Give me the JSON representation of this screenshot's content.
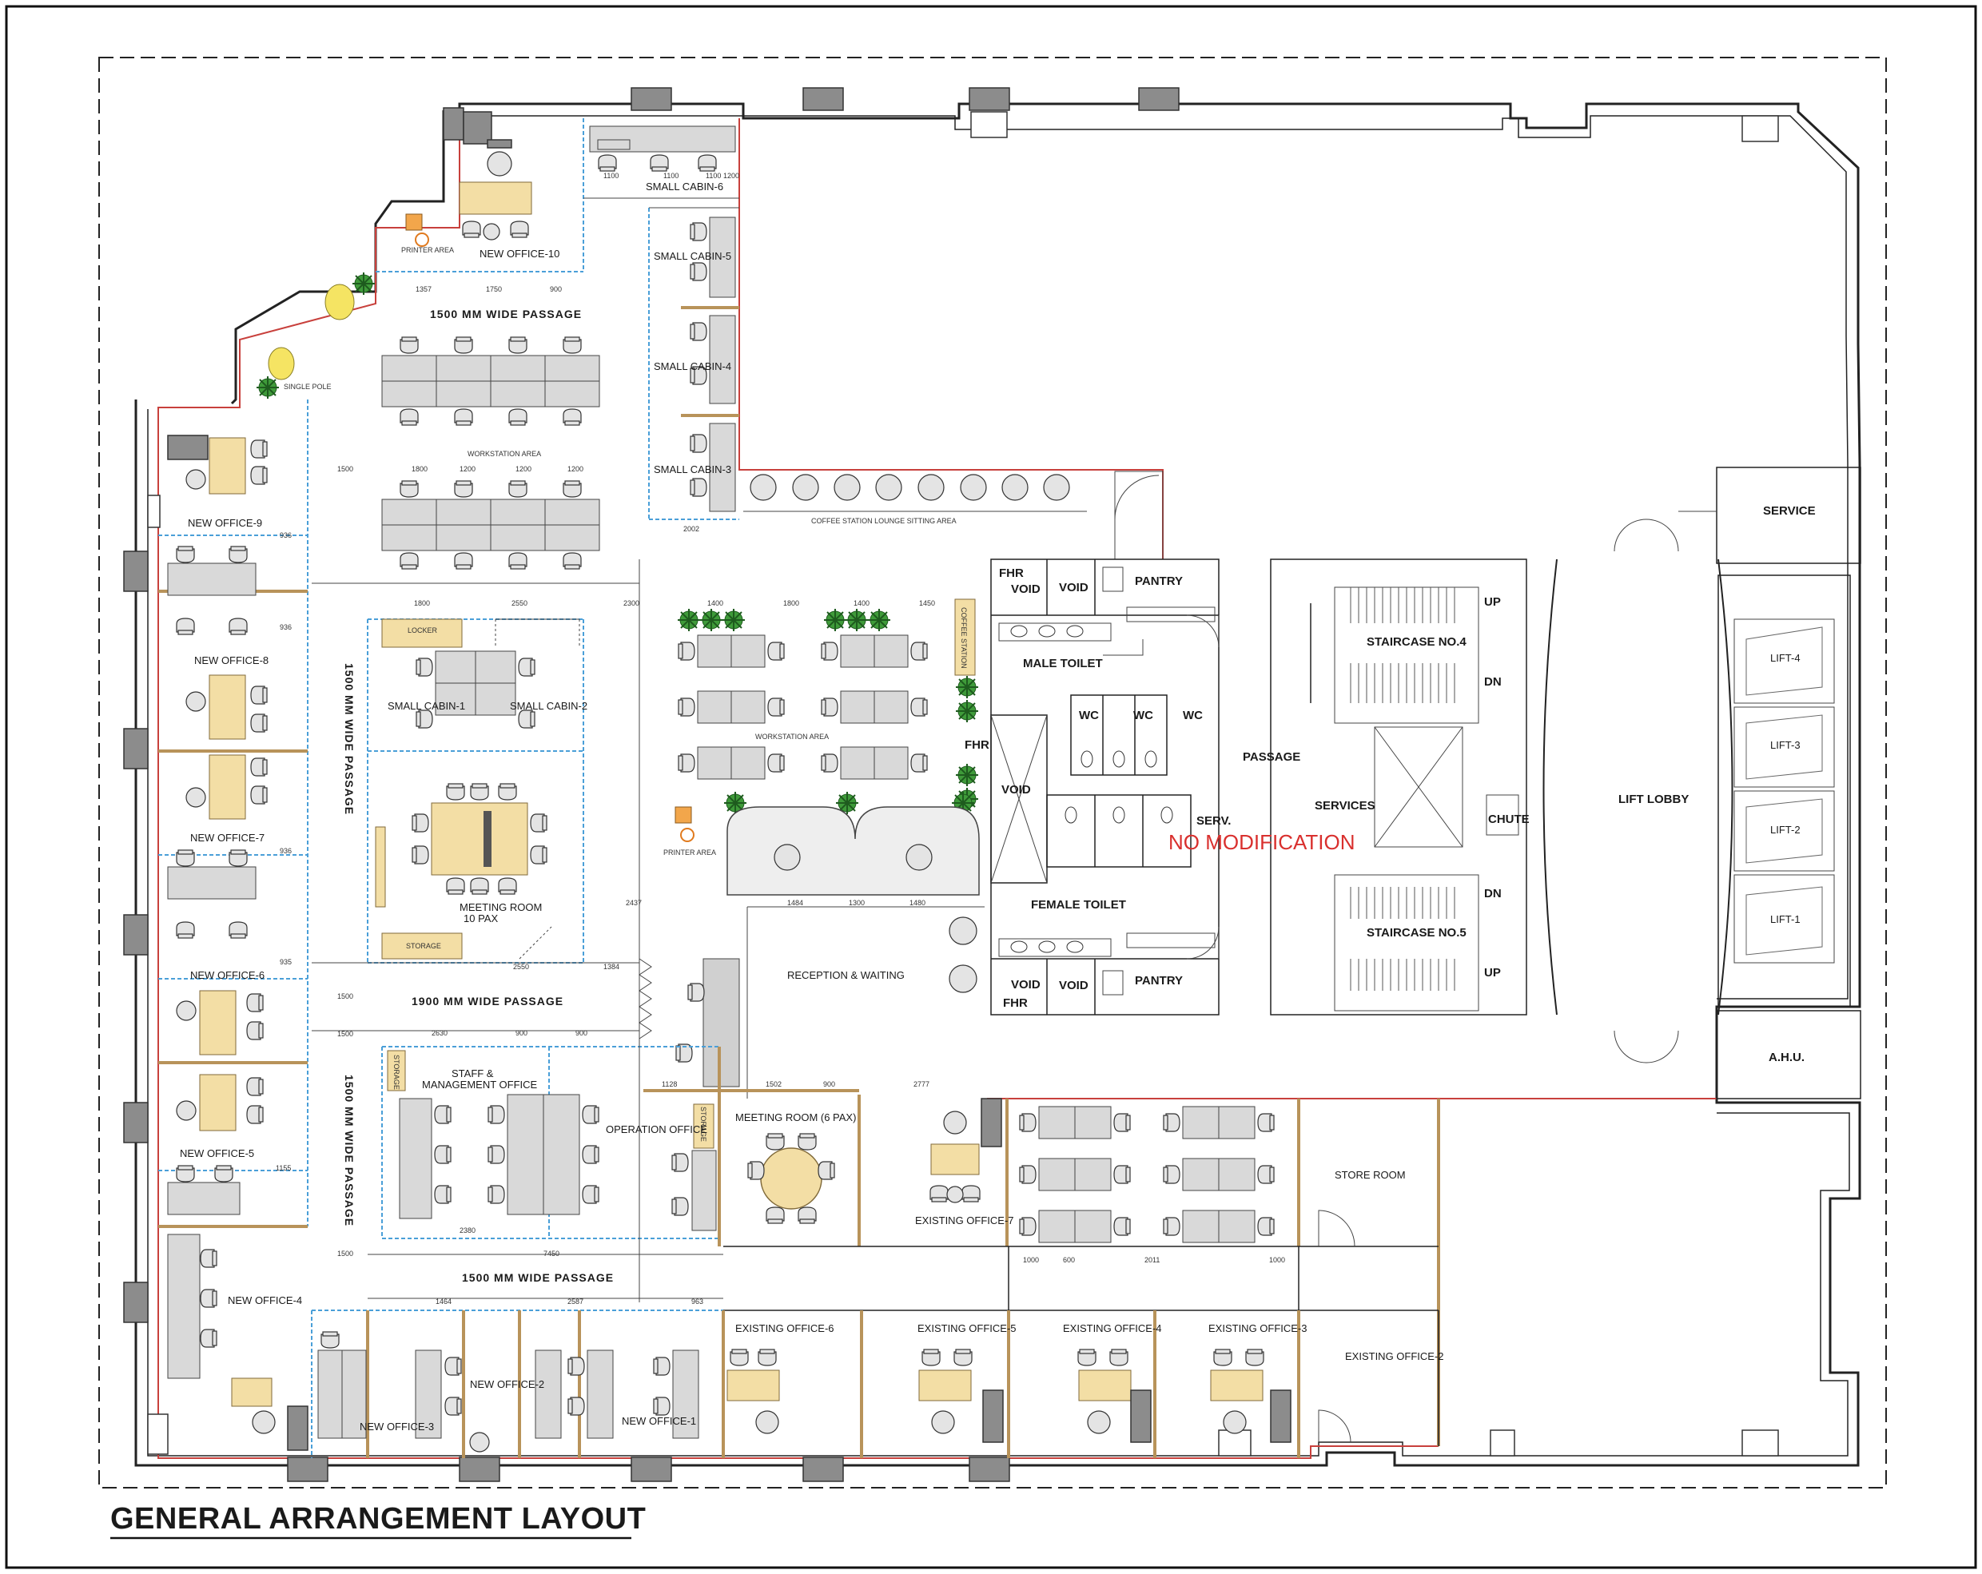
{
  "title": "GENERAL ARRANGEMENT LAYOUT",
  "note": "NO MODIFICATION",
  "passages": {
    "top": "1500 MM WIDE PASSAGE",
    "left_v": "1500 MM WIDE PASSAGE",
    "middle": "1900 MM WIDE PASSAGE",
    "left_v2": "1500 MM WIDE PASSAGE",
    "bottom": "1500 MM WIDE PASSAGE",
    "right": "PASSAGE"
  },
  "rooms": {
    "new_office_10": "NEW OFFICE-10",
    "printer_area_1": "PRINTER AREA",
    "single_pole": "SINGLE POLE",
    "small_cabin_6": "SMALL CABIN-6",
    "small_cabin_5": "SMALL CABIN-5",
    "small_cabin_4": "SMALL CABIN-4",
    "small_cabin_3": "SMALL CABIN-3",
    "workstation_area_1": "WORKSTATION AREA",
    "coffee_lounge": "COFFEE STATION LOUNGE SITTING AREA",
    "new_office_9": "NEW OFFICE-9",
    "new_office_8": "NEW OFFICE-8",
    "new_office_7": "NEW OFFICE-7",
    "new_office_6": "NEW OFFICE-6",
    "new_office_5": "NEW OFFICE-5",
    "new_office_4": "NEW OFFICE-4",
    "new_office_3": "NEW OFFICE-3",
    "new_office_2": "NEW OFFICE-2",
    "new_office_1": "NEW OFFICE-1",
    "locker": "LOCKER",
    "small_cabin_1": "SMALL CABIN-1",
    "small_cabin_2": "SMALL CABIN-2",
    "meeting_room_10_l1": "MEETING ROOM",
    "meeting_room_10_l2": "10 PAX",
    "storage_1": "STORAGE",
    "workstation_area_2": "WORKSTATION AREA",
    "coffee_station": "COFFEE STATION",
    "printer_area_2": "PRINTER AREA",
    "reception": "RECEPTION & WAITING",
    "staff_mgmt_l1": "STAFF &",
    "staff_mgmt_l2": "MANAGEMENT OFFICE",
    "storage_2": "STORAGE",
    "storage_3": "STORAGE",
    "operation_office": "OPERATION OFFICE",
    "meeting_room_6": "MEETING ROOM (6 PAX)",
    "existing_office_7": "EXISTING OFFICE-7",
    "store_room": "STORE ROOM",
    "existing_office_6": "EXISTING OFFICE-6",
    "existing_office_5": "EXISTING OFFICE-5",
    "existing_office_4": "EXISTING OFFICE-4",
    "existing_office_3": "EXISTING OFFICE-3",
    "existing_office_2": "EXISTING OFFICE-2",
    "fhr_1": "FHR",
    "fhr_2": "FHR",
    "fhr_3": "FHR",
    "void_1": "VOID",
    "void_2": "VOID",
    "void_3": "VOID",
    "void_4": "VOID",
    "void_5": "VOID",
    "pantry_1": "PANTRY",
    "pantry_2": "PANTRY",
    "male_toilet": "MALE TOILET",
    "female_toilet": "FEMALE TOILET",
    "wc_1": "WC",
    "wc_2": "WC",
    "wc_3": "WC",
    "serv": "SERV.",
    "services": "SERVICES",
    "staircase_4": "STAIRCASE NO.4",
    "staircase_5": "STAIRCASE NO.5",
    "up_1": "UP",
    "dn_1": "DN",
    "dn_2": "DN",
    "up_2": "UP",
    "chute": "CHUTE",
    "lift_lobby": "LIFT LOBBY",
    "lift_4": "LIFT-4",
    "lift_3": "LIFT-3",
    "lift_2": "LIFT-2",
    "lift_1": "LIFT-1",
    "service": "SERVICE",
    "ahu": "A.H.U."
  },
  "dims": {
    "d1": "1100",
    "d2": "1100",
    "d3": "1100",
    "d4": "1200",
    "d5": "1357",
    "d6": "1750",
    "d7": "900",
    "d8": "1800",
    "d9": "1200",
    "d10": "1200",
    "d11": "1200",
    "d12": "1800",
    "d13": "2550",
    "d14": "2300",
    "d15": "1400",
    "d16": "1800",
    "d17": "1400",
    "d18": "1450",
    "d19": "2550",
    "d20": "1384",
    "d21": "2437",
    "d22": "1484",
    "d23": "1300",
    "d24": "1480",
    "d25": "2630",
    "d26": "900",
    "d27": "900",
    "d28": "2380",
    "d29": "7450",
    "d30": "1464",
    "d31": "2587",
    "d32": "963",
    "d33": "1502",
    "d34": "900",
    "d35": "2777",
    "d36": "1000",
    "d37": "600",
    "d38": "2011",
    "d39": "1000",
    "d40": "1500",
    "d41": "1500",
    "d42": "1500",
    "d43": "1500",
    "d44": "936",
    "d45": "936",
    "d46": "936",
    "d47": "935",
    "d48": "1155",
    "d49": "2002",
    "d50": "1128"
  }
}
